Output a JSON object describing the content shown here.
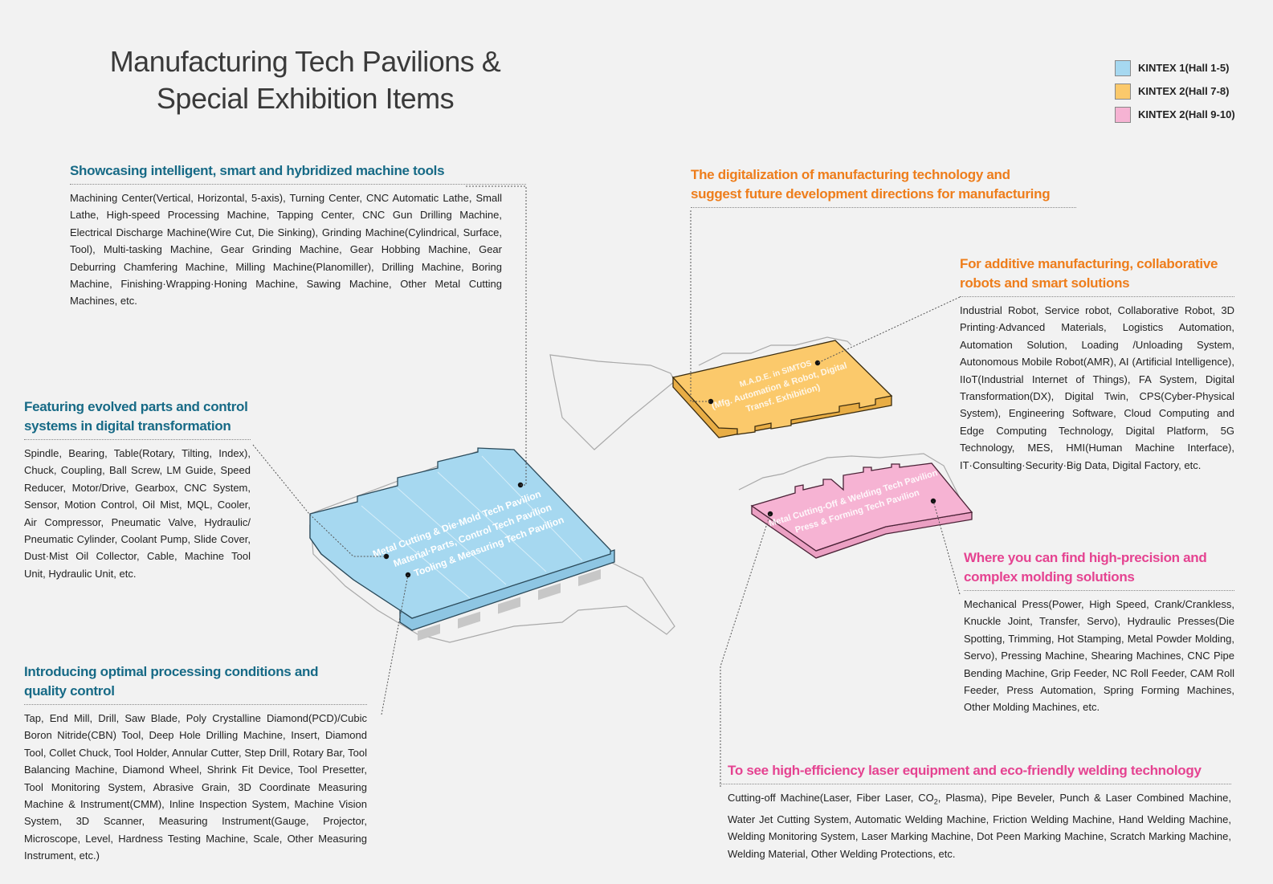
{
  "title": {
    "line1": "Manufacturing Tech Pavilions &",
    "line2": "Special Exhibition Items"
  },
  "legend": [
    {
      "label": "KINTEX 1(Hall 1-5)",
      "color": "#a6d8f0"
    },
    {
      "label": "KINTEX 2(Hall 7-8)",
      "color": "#fbc96b"
    },
    {
      "label": "KINTEX 2(Hall 9-10)",
      "color": "#f6b3d3"
    }
  ],
  "colors": {
    "teal": "#176a86",
    "orange": "#ee7d1b",
    "pink": "#e54391",
    "blue_hall": "#a6d8f0",
    "orange_hall": "#fbc96b",
    "pink_hall": "#f6b3d3"
  },
  "sections": {
    "machine_tools": {
      "heading": "Showcasing intelligent, smart and hybridized machine tools",
      "body": "Machining Center(Vertical, Horizontal, 5-axis), Turning Center, CNC Automatic Lathe, Small Lathe, High-speed Processing Machine, Tapping Center, CNC Gun Drilling Machine, Electrical Discharge Machine(Wire Cut, Die Sinking), Grinding Machine(Cylindrical, Surface, Tool), Multi-tasking Machine, Gear Grinding Machine, Gear Hobbing Machine, Gear Deburring Chamfering Machine, Milling Machine(Planomiller), Drilling Machine, Boring Machine, Finishing·Wrapping·Honing Machine, Sawing Machine, Other Metal Cutting Machines, etc."
    },
    "parts_control": {
      "heading_line1": "Featuring evolved parts and control",
      "heading_line2": "systems in digital transformation",
      "body": "Spindle, Bearing, Table(Rotary, Tilting, Index), Chuck, Coupling, Ball Screw, LM Guide, Speed Reducer, Motor/Drive, Gearbox, CNC System, Sensor, Motion Control, Oil Mist, MQL, Cooler, Air Compressor, Pneumatic Valve, Hydraulic/ Pneumatic Cylinder, Coolant Pump, Slide Cover, Dust·Mist Oil Collector, Cable, Machine Tool Unit, Hydraulic Unit, etc."
    },
    "tooling_measuring": {
      "heading_line1": "Introducing optimal processing conditions and",
      "heading_line2": "quality control",
      "body": "Tap, End Mill, Drill, Saw Blade, Poly Crystalline Diamond(PCD)/Cubic Boron Nitride(CBN) Tool, Deep Hole Drilling Machine, Insert, Diamond Tool, Collet Chuck, Tool Holder, Annular Cutter, Step Drill, Rotary Bar, Tool Balancing Machine, Diamond Wheel, Shrink Fit Device, Tool Presetter, Tool Monitoring System, Abrasive Grain, 3D Coordinate Measuring Machine & Instrument(CMM), Inline Inspection System, Machine Vision System, 3D Scanner, Measuring Instrument(Gauge, Projector, Microscope, Level, Hardness Testing Machine, Scale, Other Measuring Instrument, etc.)"
    },
    "digitalization": {
      "heading_line1": "The digitalization of manufacturing technology and",
      "heading_line2": "suggest future development directions for manufacturing"
    },
    "automation": {
      "heading_line1": "For additive manufacturing, collaborative",
      "heading_line2": "robots and smart solutions",
      "body": "Industrial Robot, Service robot, Collaborative Robot, 3D Printing·Advanced Materials, Logistics Automation, Automation Solution, Loading /Unloading System, Autonomous Mobile Robot(AMR), AI (Artificial Intelligence), IIoT(Industrial Internet of Things), FA System, Digital Transformation(DX), Digital Twin, CPS(Cyber-Physical System), Engineering Software, Cloud Computing and Edge Computing Technology, Digital Platform, 5G Technology, MES, HMI(Human Machine Interface), IT·Consulting·Security·Big Data, Digital Factory, etc."
    },
    "molding": {
      "heading_line1": "Where you can find high-precision and",
      "heading_line2": "complex molding solutions",
      "body": "Mechanical Press(Power, High Speed, Crank/Crankless, Knuckle Joint, Transfer,  Servo), Hydraulic Presses(Die Spotting, Trimming, Hot Stamping, Metal Powder Molding, Servo), Pressing Machine, Shearing Machines, CNC Pipe Bending Machine, Grip Feeder, NC Roll Feeder, CAM Roll Feeder, Press Automation, Spring Forming Machines, Other Molding Machines, etc."
    },
    "welding": {
      "heading": "To see high-efficiency laser equipment and eco-friendly welding technology",
      "body_pre": "Cutting-off Machine(Laser, Fiber Laser, CO",
      "body_sub": "2",
      "body_post": ", Plasma), Pipe Beveler, Punch & Laser Combined Machine, Water Jet Cutting System, Automatic Welding Machine, Friction Welding Machine, Hand Welding Machine, Welding Monitoring System, Laser Marking Machine, Dot Peen Marking Machine, Scratch Marking Machine, Welding Material, Other Welding Protections, etc."
    }
  },
  "halls": {
    "blue": {
      "label_line1": "Metal Cutting & Die·Mold Tech Pavilion",
      "label_line2": "Material·Parts, Control Tech Pavilion",
      "label_line3": "Tooling & Measuring Tech Pavilion"
    },
    "orange": {
      "label_line1": "M.A.D.E. in SIMTOS",
      "label_line2": "(Mfg. Automation & Robot, Digital",
      "label_line3": "Transf. Exhibition)"
    },
    "pink": {
      "label_line1": "Metal Cutting-Off & Welding Tech Pavilion",
      "label_line2": "Press & Forming Tech Pavilion"
    }
  }
}
